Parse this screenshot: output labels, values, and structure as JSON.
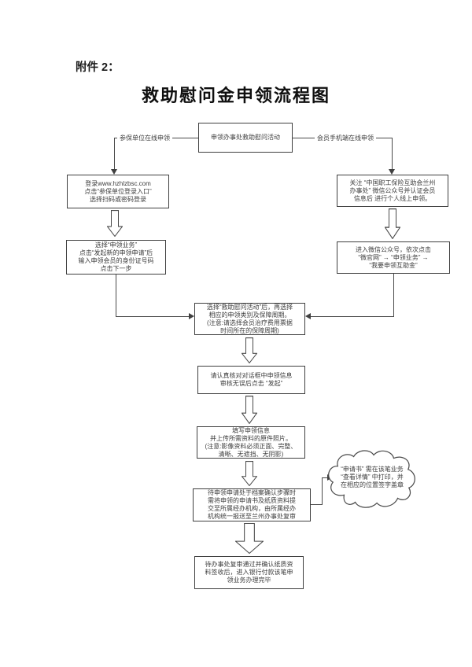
{
  "document": {
    "attachment_label": "附件 2：",
    "title": "救助慰问金申领流程图"
  },
  "colors": {
    "line": "#4a4a4a",
    "text": "#3d3d3d",
    "page_background": "#ffffff"
  },
  "flowchart": {
    "start_box": "申领办事处救助慰问活动",
    "left_branch": {
      "label": "参保单位在线申领",
      "steps": [
        "登录www.hzhlzbsc.com\n点击“参保单位登录入口”\n选择扫码或密码登录",
        "选择“申领业务”\n点击“发起新的申领申请”后\n输入申领会员的身份证号码\n点击下一步"
      ]
    },
    "right_branch": {
      "label": "会员手机端在线申领",
      "steps": [
        "关注 “中国职工保险互助会兰州\n办事处” 微信公众号并认证会员\n信息后 进行个人线上申领。",
        "进入微信公众号，依次点击\n“微官网” → “申领业务” →\n“我要申领互助金”"
      ]
    },
    "merged_steps": [
      "选择“救助慰问活动”后，再选择\n相应的申领类别及保障周期。\n(注意:请选择会员治疗费用票据\n时间所在的保障周期)",
      "请认真核对对话框中申领信息\n审核无误后点击 “发起”",
      "填写申领信息\n并上传所需资料的原件照片。\n(注意:影像资料必须正面、完整、\n清晰、无遮挡、无阴影)",
      "待申领申请处于档案确认步骤时\n需将申领的申请书及纸质资料提\n交至所属经办机构，由所属经办\n机构统一报送至兰州办事处复审",
      "待办事处复审通过并确认纸质资\n料签收后，进入银行付款该笔申\n领业务办理完毕"
    ],
    "cloud_note": "“申请书” 需在该笔业务\n“查看详情” 中打印，并\n在相应的位置签字盖章"
  }
}
